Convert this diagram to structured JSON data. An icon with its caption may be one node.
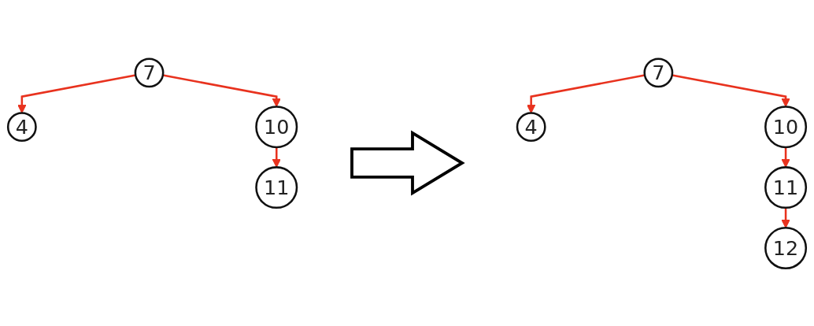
{
  "diagram": {
    "nodes": [
      {
        "text": [
          "7"
        ]
      },
      {
        "text": [
          "4"
        ]
      },
      {
        "text": [
          "10"
        ]
      },
      {
        "text": [
          "11"
        ]
      },
      {
        "text": [
          "7"
        ]
      },
      {
        "text": [
          "4"
        ]
      },
      {
        "text": [
          "10"
        ]
      },
      {
        "text": [
          "11"
        ]
      },
      {
        "text": [
          "12"
        ]
      }
    ],
    "edges": [
      {
        "from": 0,
        "to": 1,
        "arrow": "to"
      },
      {
        "from": 0,
        "to": 2,
        "arrow": "to"
      },
      {
        "from": 2,
        "to": 3,
        "arrow": "to"
      },
      {
        "from": 4,
        "to": 5,
        "arrow": "to"
      },
      {
        "from": 4,
        "to": 6,
        "arrow": "to"
      },
      {
        "from": 6,
        "to": 7,
        "arrow": "to"
      },
      {
        "from": 7,
        "to": 8,
        "arrow": "to"
      }
    ]
  }
}
